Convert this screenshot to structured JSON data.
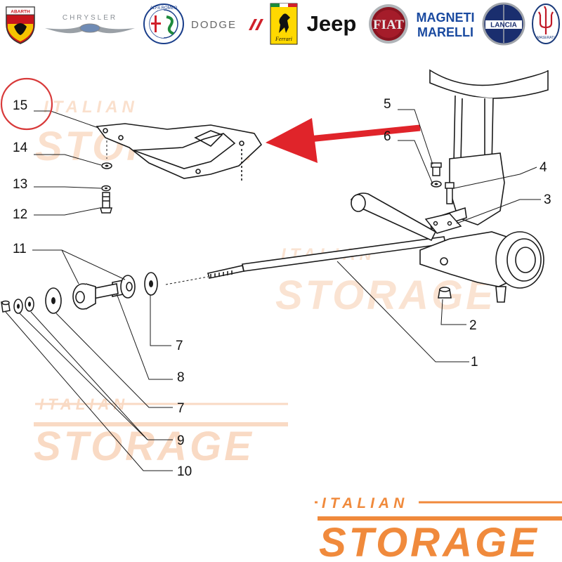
{
  "brand_logos": [
    {
      "name": "abarth",
      "text": "ABARTH"
    },
    {
      "name": "chrysler",
      "text": "CHRYSLER"
    },
    {
      "name": "alfa-romeo",
      "text": "ALFA ROMEO"
    },
    {
      "name": "dodge",
      "text": "DODGE"
    },
    {
      "name": "ferrari",
      "text": "Ferrari"
    },
    {
      "name": "jeep",
      "text": "Jeep"
    },
    {
      "name": "fiat",
      "text": "FIAT"
    },
    {
      "name": "magneti-marelli",
      "text": "MAGNETI MARELLI"
    },
    {
      "name": "lancia",
      "text": "LANCIA"
    },
    {
      "name": "maserati",
      "text": "MASERATI"
    }
  ],
  "callouts": {
    "c1": "1",
    "c2": "2",
    "c3": "3",
    "c4": "4",
    "c5": "5",
    "c6": "6",
    "c7a": "7",
    "c7b": "7",
    "c8": "8",
    "c9": "9",
    "c10": "10",
    "c11": "11",
    "c12": "12",
    "c13": "13",
    "c14": "14",
    "c15": "15"
  },
  "highlight": {
    "circled_callout": "15",
    "circle_color": "#d83a3a",
    "arrow_color": "#e0242a"
  },
  "watermark": {
    "line1": "ITALIAN",
    "line2": "STORAGE",
    "color": "#f08a3c",
    "faint_color": "#f6c29d"
  }
}
